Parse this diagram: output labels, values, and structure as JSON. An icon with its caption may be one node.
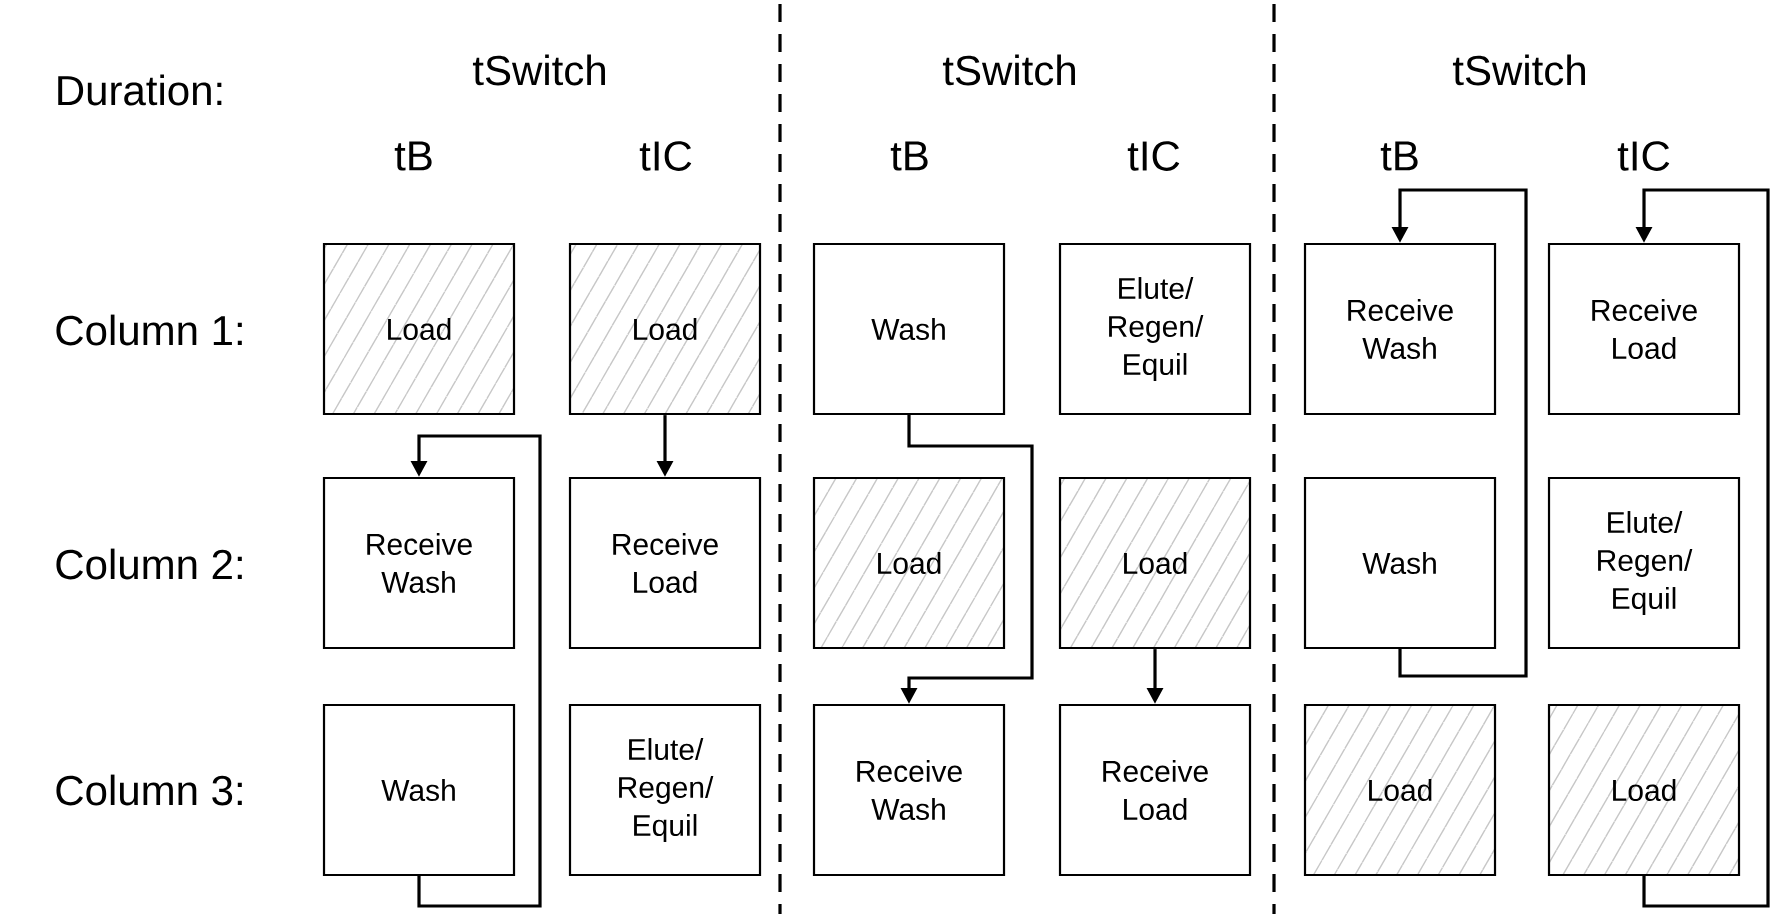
{
  "diagram": {
    "nodes": [
      {
        "text": [
          "Load"
        ]
      },
      {
        "text": [
          "Load"
        ]
      },
      {
        "text": [
          "Wash"
        ]
      },
      {
        "text": [
          "Elute/ Regen/ Equil"
        ]
      },
      {
        "text": [
          "Receive Wash"
        ]
      },
      {
        "text": [
          "Receive Load"
        ]
      },
      {
        "text": [
          "Receive Wash"
        ]
      },
      {
        "text": [
          "Receive Load"
        ]
      },
      {
        "text": [
          "Load"
        ]
      },
      {
        "text": [
          "Load"
        ]
      },
      {
        "text": [
          "Wash"
        ]
      },
      {
        "text": [
          "Elute/ Regen/ Equil"
        ]
      },
      {
        "text": [
          "Wash"
        ]
      },
      {
        "text": [
          "Elute/ Regen/ Equil"
        ]
      },
      {
        "text": [
          "Receive Wash"
        ]
      },
      {
        "text": [
          "Receive Load"
        ]
      },
      {
        "text": [
          "Load"
        ]
      },
      {
        "text": [
          "Load"
        ]
      }
    ],
    "edges": [
      {
        "from": 12,
        "to": 6,
        "arrow": "to"
      },
      {
        "from": 1,
        "to": 7,
        "arrow": "to"
      },
      {
        "from": 2,
        "to": 14,
        "arrow": "to"
      },
      {
        "from": 9,
        "to": 15,
        "arrow": "to"
      },
      {
        "from": 10,
        "to": 4,
        "arrow": "to"
      },
      {
        "from": 17,
        "to": 5,
        "arrow": "to"
      }
    ],
    "labels": [
      "Duration:",
      "tSwitch",
      "tSwitch",
      "tSwitch",
      "tB",
      "tIC",
      "tB",
      "tIC",
      "tB",
      "tIC",
      "Column 1:",
      "Column 2:",
      "Column 3:"
    ]
  }
}
